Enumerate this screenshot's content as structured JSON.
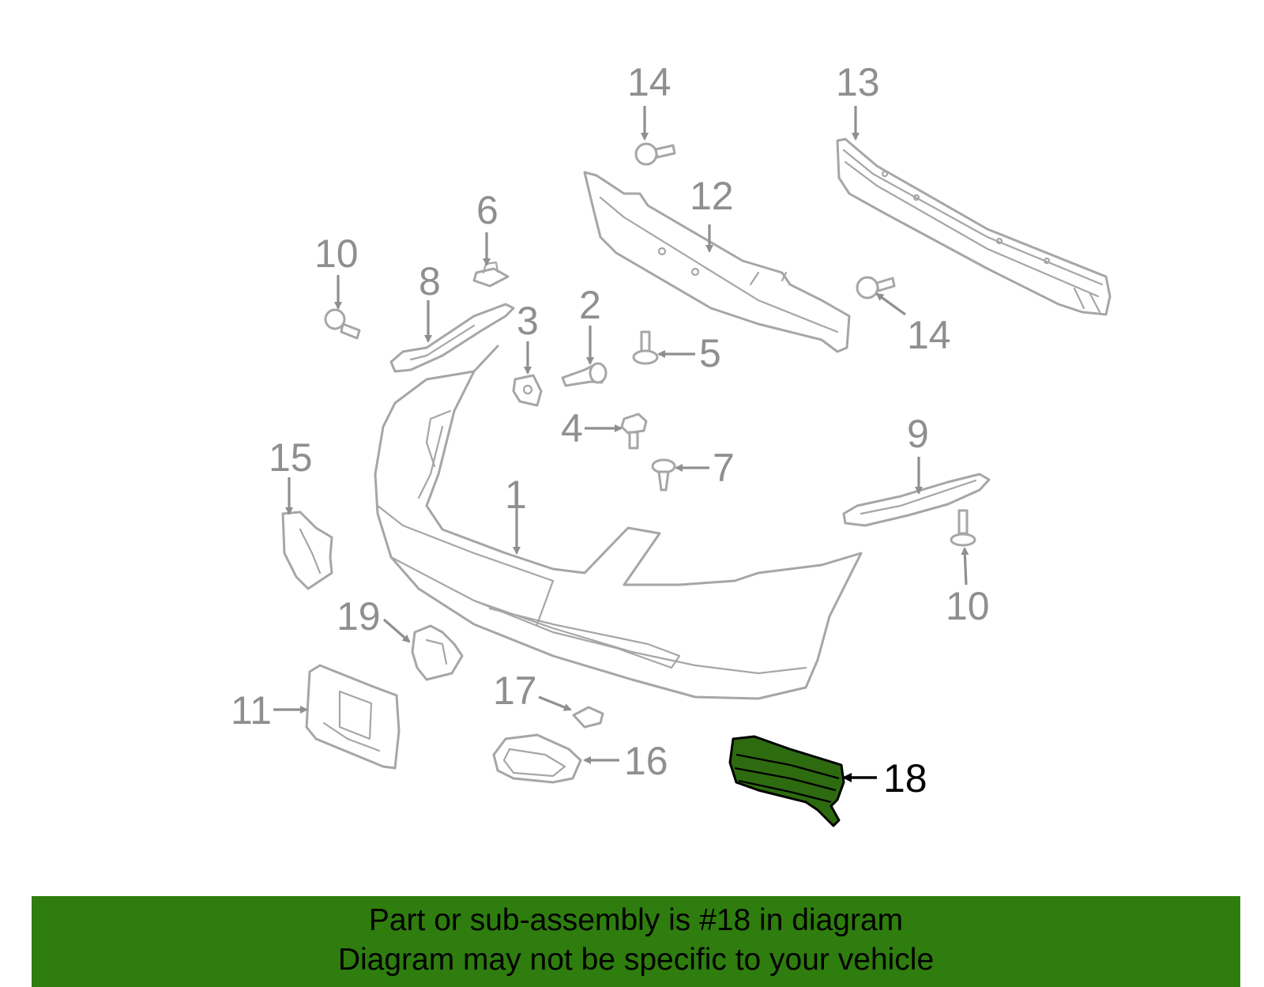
{
  "diagram": {
    "highlight_color": "#2e6b10",
    "callouts": [
      {
        "id": "1",
        "label": "1"
      },
      {
        "id": "2",
        "label": "2"
      },
      {
        "id": "3",
        "label": "3"
      },
      {
        "id": "4",
        "label": "4"
      },
      {
        "id": "5",
        "label": "5"
      },
      {
        "id": "6",
        "label": "6"
      },
      {
        "id": "7",
        "label": "7"
      },
      {
        "id": "8",
        "label": "8"
      },
      {
        "id": "9",
        "label": "9"
      },
      {
        "id": "10a",
        "label": "10"
      },
      {
        "id": "10b",
        "label": "10"
      },
      {
        "id": "11",
        "label": "11"
      },
      {
        "id": "12",
        "label": "12"
      },
      {
        "id": "13",
        "label": "13"
      },
      {
        "id": "14a",
        "label": "14"
      },
      {
        "id": "14b",
        "label": "14"
      },
      {
        "id": "15",
        "label": "15"
      },
      {
        "id": "16",
        "label": "16"
      },
      {
        "id": "17",
        "label": "17"
      },
      {
        "id": "18",
        "label": "18",
        "highlighted": true
      },
      {
        "id": "19",
        "label": "19"
      }
    ]
  },
  "banner": {
    "background": "#2e7d0e",
    "line1": "Part or sub-assembly is #18 in diagram",
    "line2": "Diagram may not be specific to your vehicle"
  }
}
